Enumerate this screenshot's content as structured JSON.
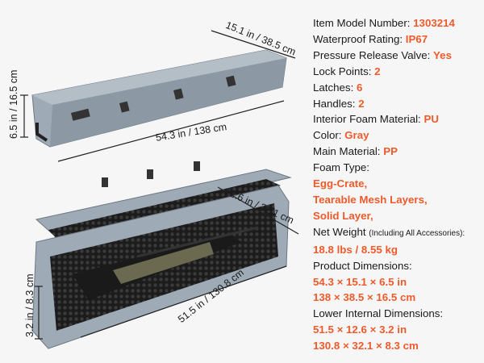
{
  "colors": {
    "accent": "#ee5a2a",
    "case": "#9aa7b2",
    "foam": "#222222",
    "background": "#f6f6f6"
  },
  "dimensions_labels": {
    "closed_depth": "15.1 in / 38.5 cm",
    "closed_height": "6.5 in / 16.5 cm",
    "closed_length": "54.3 in / 138 cm",
    "internal_depth": "12.6 in / 32.1 cm",
    "internal_height": "3.2 in / 8.3 cm",
    "internal_length": "51.5 in / 130.8 cm"
  },
  "specs": {
    "model": {
      "label": "Item Model Number: ",
      "value": "1303214"
    },
    "waterproof": {
      "label": "Waterproof Rating: ",
      "value": "IP67"
    },
    "valve": {
      "label": "Pressure Release Valve: ",
      "value": "Yes"
    },
    "lock_points": {
      "label": "Lock Points: ",
      "value": "2"
    },
    "latches": {
      "label": "Latches: ",
      "value": "6"
    },
    "handles": {
      "label": "Handles: ",
      "value": "2"
    },
    "foam_material": {
      "label": "Interior Foam Material: ",
      "value": "PU"
    },
    "color": {
      "label": "Color: ",
      "value": "Gray"
    },
    "main_material": {
      "label": "Main Material: ",
      "value": "PP"
    },
    "foam_type": {
      "label": "Foam Type:",
      "values": [
        "Egg-Crate,",
        "Tearable Mesh Layers,",
        "Solid Layer,"
      ]
    },
    "net_weight": {
      "label": "Net Weight ",
      "note": "(Including All Accessories):",
      "value": "18.8 lbs / 8.55 kg"
    },
    "product_dims": {
      "label": "Product Dimensions:",
      "values": [
        "54.3 × 15.1 × 6.5 in",
        "138 × 38.5 × 16.5 cm"
      ]
    },
    "internal_dims": {
      "label": "Lower Internal Dimensions:",
      "values": [
        "51.5 × 12.6 × 3.2 in",
        "130.8 × 32.1 × 8.3 cm"
      ]
    }
  }
}
